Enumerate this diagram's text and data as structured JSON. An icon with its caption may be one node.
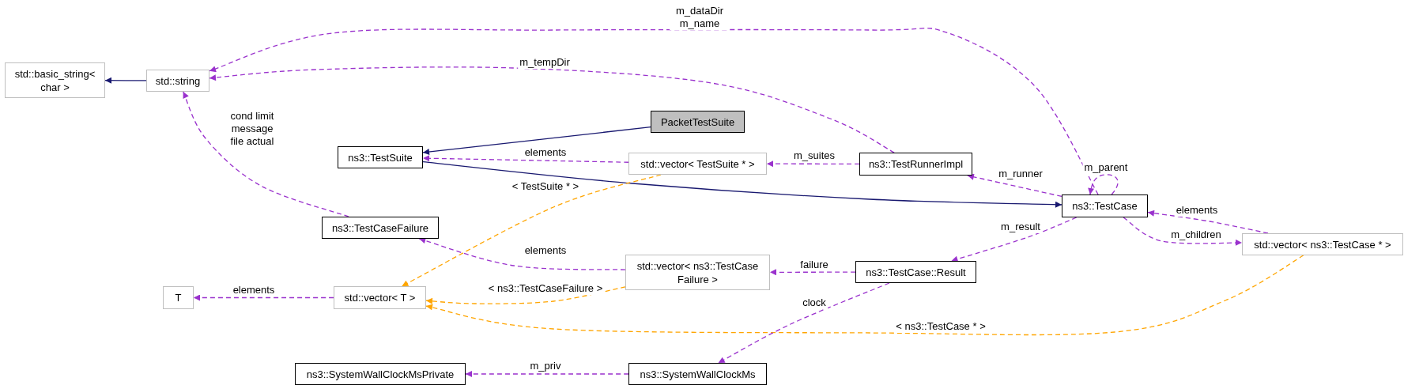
{
  "diagram": {
    "nodes": [
      {
        "text": [
          "std::basic_string< char >"
        ]
      },
      {
        "text": [
          "std::string"
        ]
      },
      {
        "text": [
          "PacketTestSuite"
        ]
      },
      {
        "text": [
          "ns3::TestSuite"
        ]
      },
      {
        "text": [
          "std::vector< TestSuite * >"
        ]
      },
      {
        "text": [
          "ns3::TestRunnerImpl"
        ]
      },
      {
        "text": [
          "ns3::TestCase"
        ]
      },
      {
        "text": [
          "ns3::TestCaseFailure"
        ]
      },
      {
        "text": [
          "std::vector< ns3::TestCase * >"
        ]
      },
      {
        "text": [
          "T"
        ]
      },
      {
        "text": [
          "std::vector< T >"
        ]
      },
      {
        "text": [
          "std::vector< ns3::TestCase Failure >"
        ]
      },
      {
        "text": [
          "ns3::TestCase::Result"
        ]
      },
      {
        "text": [
          "ns3::SystemWallClockMsPrivate"
        ]
      },
      {
        "text": [
          "ns3::SystemWallClockMs"
        ]
      }
    ],
    "edges": [
      {
        "from": 1,
        "to": 0,
        "arrow": "to",
        "color": "#191970"
      },
      {
        "from": 2,
        "to": 3,
        "arrow": "to",
        "color": "#191970"
      },
      {
        "from": 6,
        "to": 1,
        "arrow": "to",
        "style": "dashed",
        "label": "m_dataDir m_name"
      },
      {
        "from": 5,
        "to": 1,
        "arrow": "to",
        "style": "dashed",
        "label": "m_tempDir"
      },
      {
        "from": 7,
        "to": 1,
        "arrow": "to",
        "style": "dashed",
        "label": "cond limit message file actual"
      },
      {
        "from": 3,
        "to": 6,
        "arrow": "to",
        "color": "#191970"
      },
      {
        "from": 4,
        "to": 3,
        "arrow": "to",
        "style": "dashed",
        "label": "elements"
      },
      {
        "from": 5,
        "to": 4,
        "arrow": "to",
        "style": "dashed",
        "label": "m_suites"
      },
      {
        "from": 6,
        "to": 5,
        "arrow": "to",
        "style": "dashed",
        "label": "m_runner"
      },
      {
        "from": 6,
        "to": 6,
        "arrow": "to",
        "style": "dashed",
        "label": "m_parent"
      },
      {
        "from": 8,
        "to": 6,
        "arrow": "to",
        "style": "dashed",
        "label": "elements"
      },
      {
        "from": 6,
        "to": 8,
        "arrow": "to",
        "style": "dashed",
        "label": "m_children"
      },
      {
        "from": 6,
        "to": 12,
        "arrow": "to",
        "style": "dashed",
        "label": "m_result"
      },
      {
        "from": 4,
        "to": 10,
        "arrow": "to",
        "style": "dashed",
        "color": "#ffa500",
        "label": "< TestSuite * >"
      },
      {
        "from": 11,
        "to": 7,
        "arrow": "to",
        "style": "dashed",
        "label": "elements"
      },
      {
        "from": 12,
        "to": 11,
        "arrow": "to",
        "style": "dashed",
        "label": "failure"
      },
      {
        "from": 10,
        "to": 9,
        "arrow": "to",
        "style": "dashed",
        "label": "elements"
      },
      {
        "from": 11,
        "to": 10,
        "arrow": "to",
        "style": "dashed",
        "color": "#ffa500",
        "label": "< ns3::TestCaseFailure >"
      },
      {
        "from": 8,
        "to": 10,
        "arrow": "to",
        "style": "dashed",
        "color": "#ffa500",
        "label": "< ns3::TestCase * >"
      },
      {
        "from": 12,
        "to": 14,
        "arrow": "to",
        "style": "dashed",
        "label": "clock"
      },
      {
        "from": 14,
        "to": 13,
        "arrow": "to",
        "style": "dashed",
        "label": "m_priv"
      }
    ]
  }
}
